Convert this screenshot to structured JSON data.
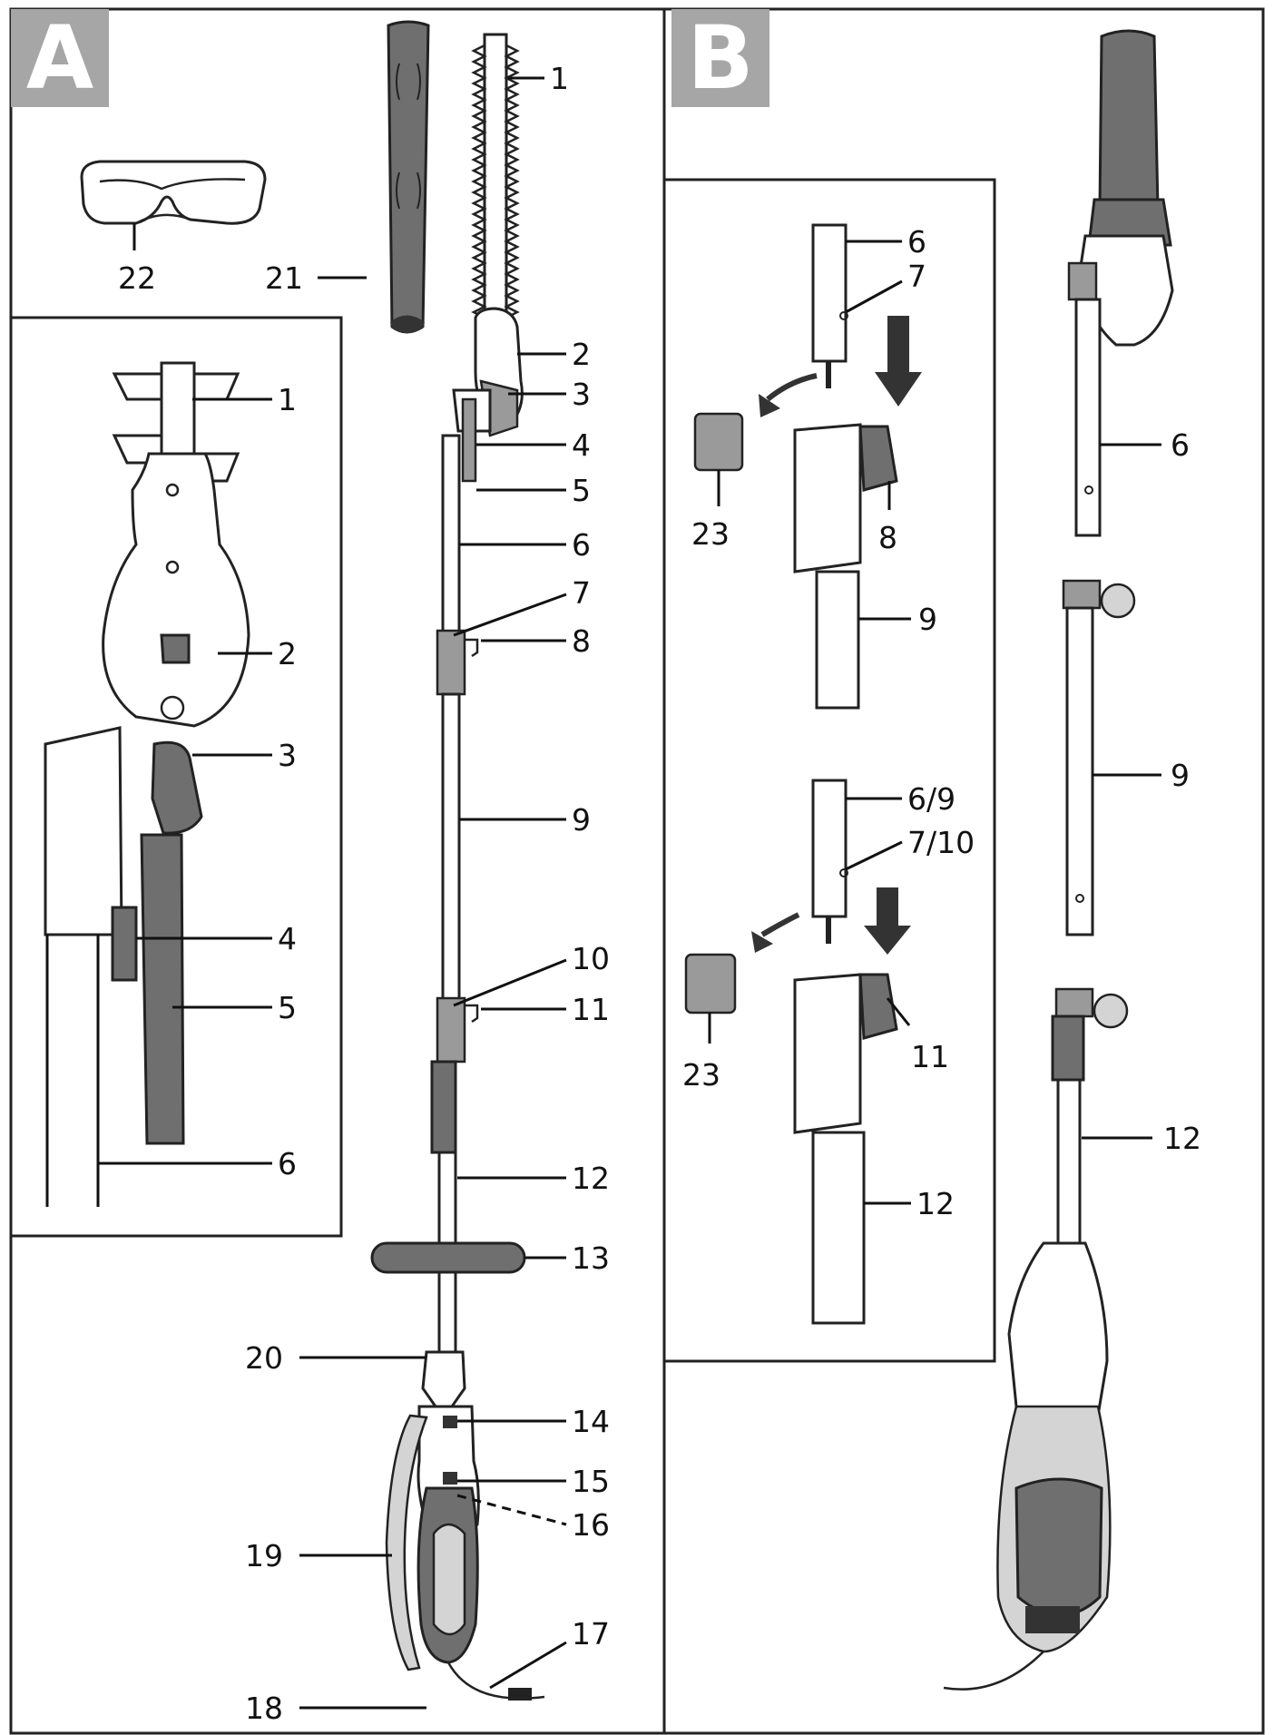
{
  "panels": {
    "A": {
      "badge": "A"
    },
    "B": {
      "badge": "B"
    }
  },
  "colors": {
    "badge": "#a6a6a6",
    "part_dark": "#6f6f6f",
    "line": "#111111"
  },
  "labels_A_main": [
    "1",
    "2",
    "3",
    "4",
    "5",
    "6",
    "7",
    "8",
    "9",
    "10",
    "11",
    "12",
    "13",
    "14",
    "15",
    "16",
    "17",
    "18",
    "19",
    "20",
    "21",
    "22"
  ],
  "labels_A_detail": [
    "1",
    "2",
    "3",
    "4",
    "5",
    "6"
  ],
  "labels_B_detail": [
    "6",
    "7",
    "23",
    "8",
    "9",
    "6/9",
    "7/10",
    "23",
    "11",
    "12"
  ],
  "labels_B_right": [
    "6",
    "9",
    "12"
  ]
}
